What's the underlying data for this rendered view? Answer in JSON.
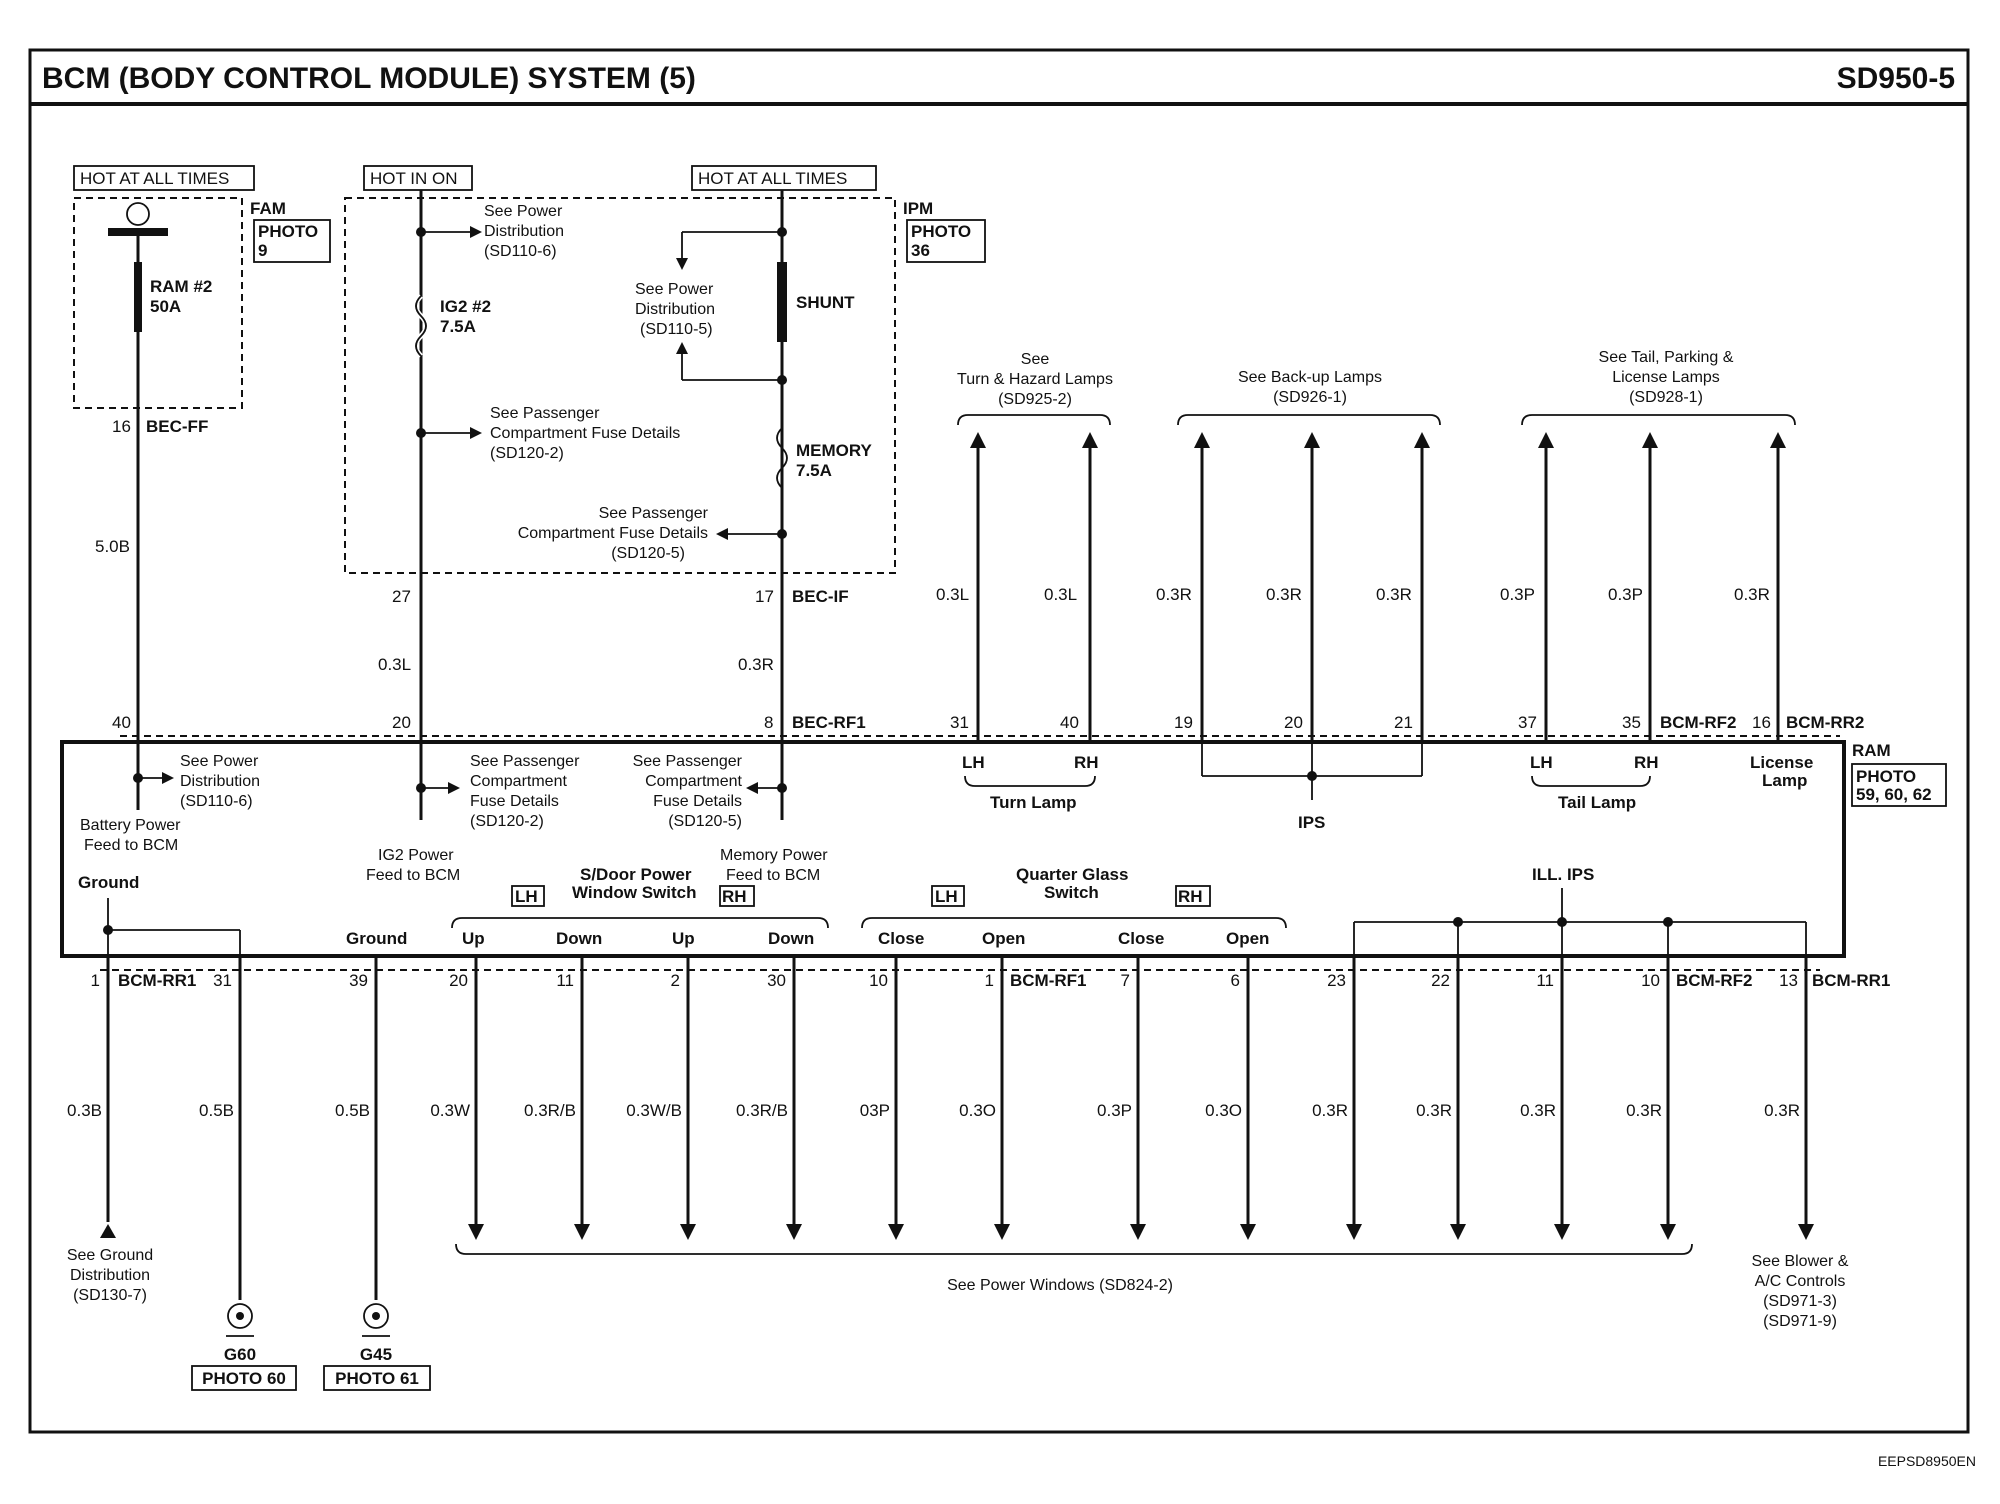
{
  "header": {
    "title": "BCM (BODY CONTROL MODULE) SYSTEM (5)",
    "code": "SD950-5"
  },
  "footer": {
    "code": "EEPSD8950EN"
  },
  "power": {
    "hot_fam": "HOT AT ALL TIMES",
    "hot_on": "HOT IN ON",
    "hot_ipm": "HOT AT ALL TIMES",
    "fam": {
      "name": "FAM",
      "photo": "PHOTO",
      "photo_num": "9"
    },
    "ipm": {
      "name": "IPM",
      "photo": "PHOTO",
      "photo_num": "36"
    },
    "ram2_fuse": "RAM #2",
    "ram2_amp": "50A",
    "ig2_fuse": "IG2 #2",
    "ig2_amp": "7.5A",
    "shunt": "SHUNT",
    "memory": "MEMORY",
    "memory_amp": "7.5A",
    "see_pd1": [
      "See Power",
      "Distribution",
      "(SD110-6)"
    ],
    "see_pd2": [
      "See Power",
      "Distribution",
      "(SD110-5)"
    ],
    "see_pcf1": [
      "See Passenger",
      "Compartment Fuse Details",
      "(SD120-2)"
    ],
    "see_pcf2": [
      "See Passenger",
      "Compartment Fuse Details",
      "(SD120-5)"
    ],
    "bec_ff_pin": "16",
    "bec_ff": "BEC-FF",
    "bec_if_pin27": "27",
    "bec_if_pin17": "17",
    "bec_if": "BEC-IF",
    "wire_50b": "5.0B",
    "wire_03l": "0.3L",
    "wire_03r": "0.3R"
  },
  "outputs": {
    "turn": {
      "see": [
        "See",
        "Turn & Hazard Lamps",
        "(SD925-2)"
      ],
      "wires": [
        "0.3L",
        "0.3L"
      ],
      "pins": [
        "31",
        "40"
      ]
    },
    "backup": {
      "see": [
        "See Back-up Lamps",
        "(SD926-1)"
      ],
      "wires": [
        "0.3R",
        "0.3R",
        "0.3R"
      ],
      "pins": [
        "19",
        "20",
        "21"
      ]
    },
    "tail": {
      "see": [
        "See Tail, Parking &",
        "License Lamps",
        "(SD928-1)"
      ],
      "wires": [
        "0.3P",
        "0.3P",
        "0.3R"
      ],
      "pins": [
        "37",
        "35",
        "16"
      ]
    },
    "conn_rf2": "BCM-RF2",
    "conn_rr2": "BCM-RR2"
  },
  "bcm": {
    "ram_name": "RAM",
    "photo": "PHOTO",
    "photo_nums": "59, 60, 62",
    "top_pins": {
      "p40": "40",
      "p20": "20",
      "p8": "8",
      "conn_rf1": "BEC-RF1"
    },
    "internal": {
      "see_pd": [
        "See Power",
        "Distribution",
        "(SD110-6)"
      ],
      "batt_feed": [
        "Battery Power",
        "Feed to BCM"
      ],
      "see_pcf_a": [
        "See Passenger",
        "Compartment",
        "Fuse Details",
        "(SD120-2)"
      ],
      "see_pcf_b": [
        "See Passenger",
        "Compartment",
        "Fuse Details",
        "(SD120-5)"
      ],
      "ig2_feed": [
        "IG2 Power",
        "Feed to BCM"
      ],
      "mem_feed": [
        "Memory Power",
        "Feed to BCM"
      ],
      "turn_lamp": "Turn Lamp",
      "lh": "LH",
      "rh": "RH",
      "ips": "IPS",
      "tail_lamp": "Tail Lamp",
      "license_lamp": [
        "License",
        "Lamp"
      ],
      "ground": "Ground",
      "ground2": "Ground",
      "sdoor": [
        "S/Door Power",
        "Window Switch"
      ],
      "quarter": [
        "Quarter Glass",
        "Switch"
      ],
      "ill_ips": "ILL. IPS",
      "up": "Up",
      "down": "Down",
      "close": "Close",
      "open": "Open"
    }
  },
  "bottom": {
    "pins": [
      "1",
      "31",
      "39",
      "20",
      "11",
      "2",
      "30",
      "10",
      "1",
      "7",
      "6",
      "23",
      "22",
      "11",
      "10",
      "13"
    ],
    "conns": {
      "rr1": "BCM-RR1",
      "rf1": "BCM-RF1",
      "rf2": "BCM-RF2",
      "rr1b": "BCM-RR1"
    },
    "wires": [
      "0.3B",
      "0.5B",
      "0.5B",
      "0.3W",
      "0.3R/B",
      "0.3W/B",
      "0.3R/B",
      "03P",
      "0.3O",
      "0.3P",
      "0.3O",
      "0.3R",
      "0.3R",
      "0.3R",
      "0.3R",
      "0.3R"
    ],
    "see_ground": [
      "See Ground",
      "Distribution",
      "(SD130-7)"
    ],
    "g60": "G60",
    "g60_photo": "PHOTO 60",
    "g45": "G45",
    "g45_photo": "PHOTO 61",
    "see_pw": "See Power Windows (SD824-2)",
    "see_blower": [
      "See Blower &",
      "A/C Controls",
      "(SD971-3)",
      "(SD971-9)"
    ]
  }
}
